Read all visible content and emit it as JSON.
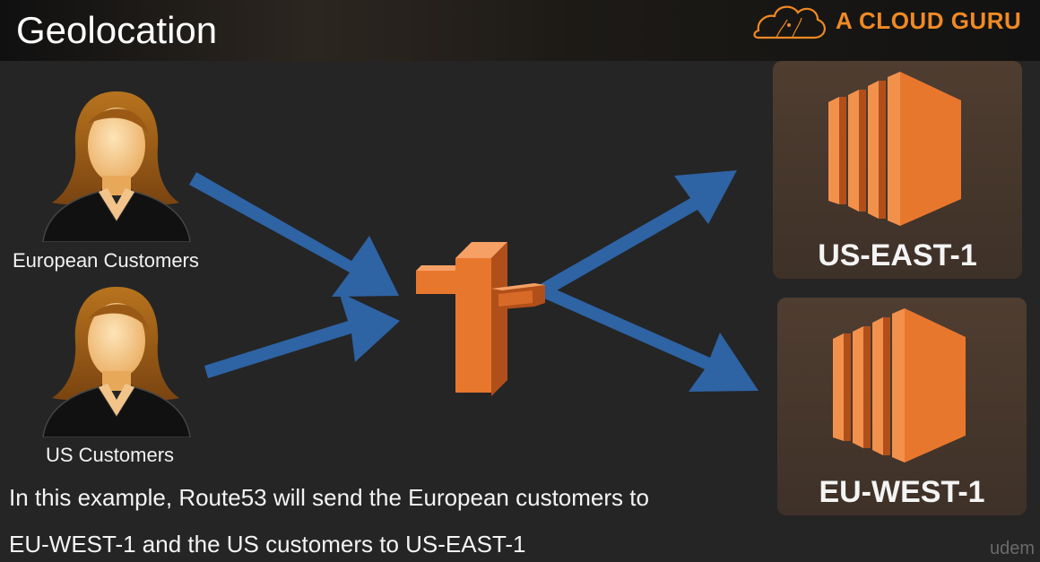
{
  "header": {
    "title": "Geolocation",
    "brand": "A CLOUD GURU"
  },
  "diagram": {
    "customers": [
      {
        "label": "European Customers"
      },
      {
        "label": "US Customers"
      }
    ],
    "router": {
      "icon": "route53-signpost-icon"
    },
    "regions": [
      {
        "label": "US-EAST-1",
        "icon": "ec2-instance-icon"
      },
      {
        "label": "EU-WEST-1",
        "icon": "ec2-instance-icon"
      }
    ]
  },
  "caption": {
    "line1": "In this example, Route53 will send the European customers to",
    "line2": "EU-WEST-1 and the US customers to US-EAST-1"
  },
  "watermark": "udem",
  "colors": {
    "background": "#252525",
    "brand_orange": "#f08a24",
    "server_orange": "#e8772e",
    "arrow_blue": "#2e63a4",
    "region_box": "#4a3a2e"
  }
}
